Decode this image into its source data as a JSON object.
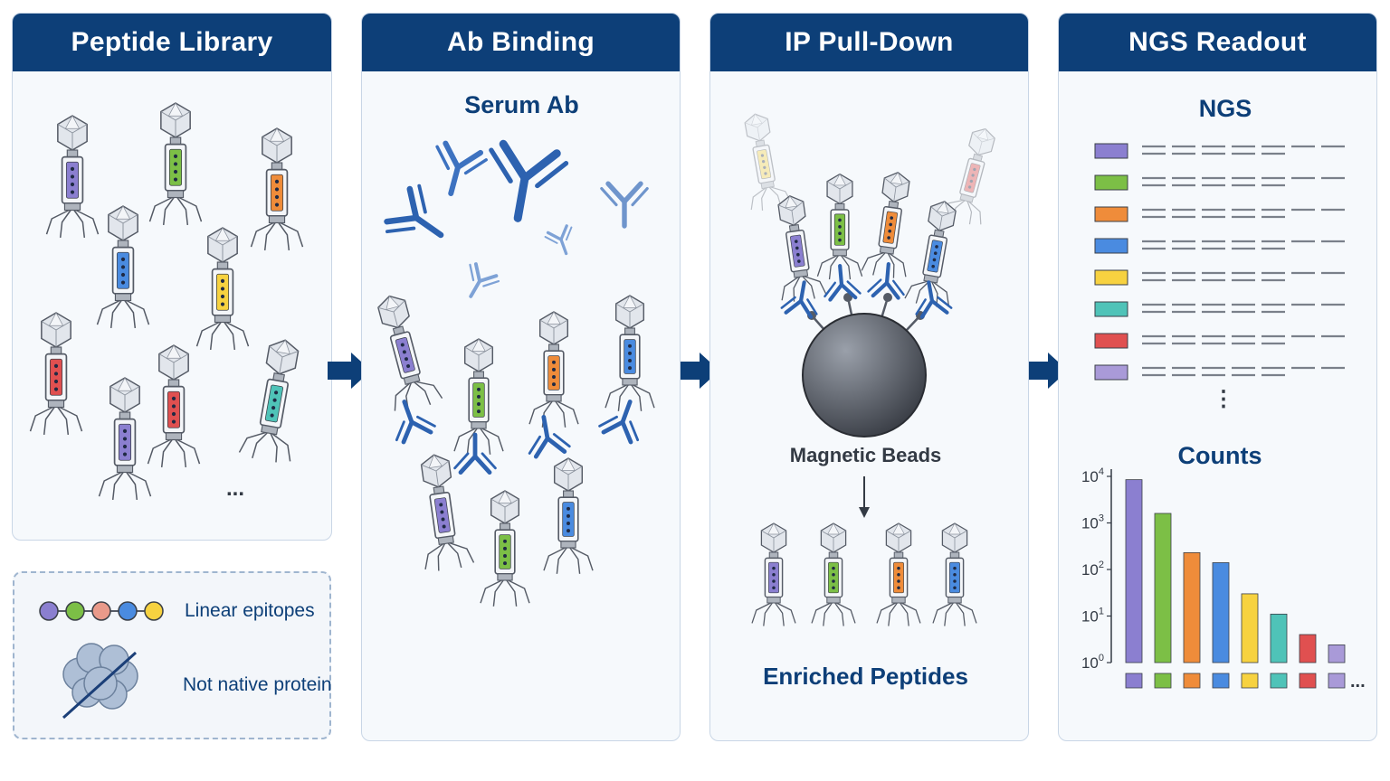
{
  "panels": [
    {
      "title": "Peptide Library"
    },
    {
      "title": "Ab Binding",
      "sublabel": "Serum Ab"
    },
    {
      "title": "IP Pull-Down",
      "bead_label": "Magnetic Beads",
      "result_label": "Enriched Peptides"
    },
    {
      "title": "NGS Readout",
      "ngs_label": "NGS",
      "counts_label": "Counts"
    }
  ],
  "library_ellipsis": "...",
  "ngs_vertical_ellipsis": "⋮",
  "chart_ellipsis": "...",
  "legend": {
    "items": [
      {
        "label": "Linear epitopes"
      },
      {
        "label": "Not native protein"
      }
    ]
  },
  "colors": {
    "header": "#0d3f78",
    "purple": "#8b7fd0",
    "green": "#7cbf46",
    "orange": "#ef8c3a",
    "blue": "#4a8be0",
    "yellow": "#f7d240",
    "teal": "#4fc3b8",
    "red": "#e05050",
    "lavender": "#a99ad8",
    "salmon": "#e99a8a"
  },
  "ngs_reads": [
    "purple",
    "green",
    "orange",
    "blue",
    "yellow",
    "teal",
    "red",
    "lavender"
  ],
  "chart_data": {
    "type": "bar",
    "title": "Counts",
    "y_scale": "log",
    "yticks": [
      {
        "base": "10",
        "exp": "0"
      },
      {
        "base": "10",
        "exp": "1"
      },
      {
        "base": "10",
        "exp": "2"
      },
      {
        "base": "10",
        "exp": "3"
      },
      {
        "base": "10",
        "exp": "4"
      }
    ],
    "ylim": [
      1,
      10000
    ],
    "values": [
      8500,
      1600,
      230,
      140,
      30,
      11,
      4,
      2.4
    ],
    "colors": [
      "#8b7fd0",
      "#7cbf46",
      "#ef8c3a",
      "#4a8be0",
      "#f7d240",
      "#4fc3b8",
      "#e05050",
      "#a99ad8"
    ]
  }
}
